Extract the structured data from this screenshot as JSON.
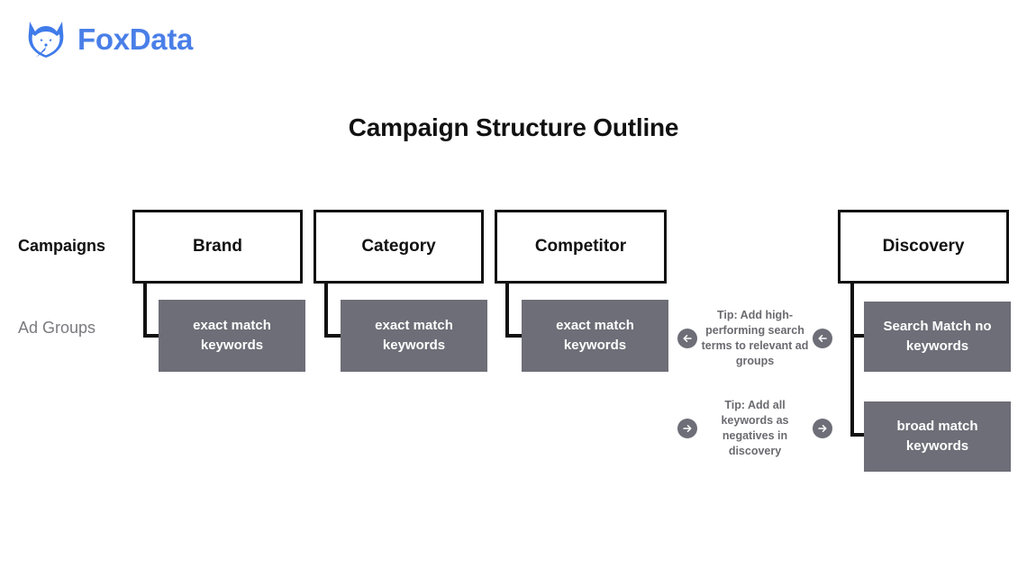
{
  "brand": {
    "name": "FoxData",
    "logo_icon": "fox-head-icon",
    "accent_color": "#4a7fe8"
  },
  "page": {
    "title": "Campaign Structure Outline",
    "background_color": "#ffffff"
  },
  "diagram": {
    "row_labels": {
      "campaigns": "Campaigns",
      "ad_groups": "Ad Groups"
    },
    "colors": {
      "campaign_box_border": "#111111",
      "campaign_box_fill": "#ffffff",
      "ad_group_fill": "#6d6e77",
      "ad_group_text": "#ffffff",
      "tip_text": "#6a6a70",
      "ad_groups_label": "#7a7a7f"
    },
    "columns": [
      {
        "campaign": "Brand",
        "ad_groups": [
          "exact match keywords"
        ]
      },
      {
        "campaign": "Category",
        "ad_groups": [
          "exact match keywords"
        ]
      },
      {
        "campaign": "Competitor",
        "ad_groups": [
          "exact match keywords"
        ]
      },
      {
        "campaign": "Discovery",
        "ad_groups": [
          "Search Match no keywords",
          "broad match keywords"
        ]
      }
    ],
    "tips": [
      {
        "text": "Tip: Add high-performing search terms to relevant ad groups",
        "left_icon": "arrow-left-circle-icon",
        "right_icon": "arrow-left-circle-icon",
        "direction": "left"
      },
      {
        "text": "Tip: Add all keywords as negatives in discovery",
        "left_icon": "arrow-right-circle-icon",
        "right_icon": "arrow-right-circle-icon",
        "direction": "right"
      }
    ]
  }
}
